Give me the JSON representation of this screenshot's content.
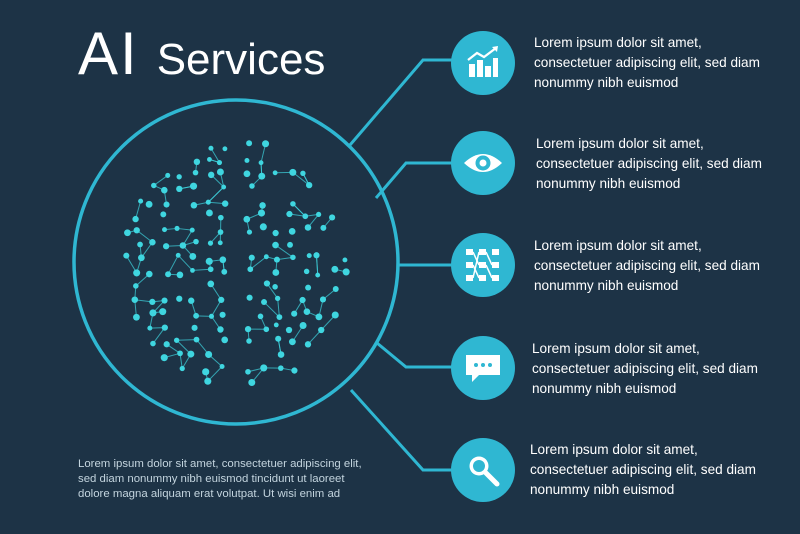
{
  "header": {
    "title_main": "AI",
    "title_sub": "Services"
  },
  "colors": {
    "background": "#1d3346",
    "accent": "#2fb7d2",
    "node": "#3fd6e0",
    "text": "#ffffff"
  },
  "services": [
    {
      "icon": "chart-growth-icon",
      "text": "Lorem ipsum dolor sit amet, consectetuer adipiscing elit, sed diam nonummy nibh euismod"
    },
    {
      "icon": "eye-icon",
      "text": "Lorem ipsum dolor sit amet, consectetuer adipiscing elit, sed diam nonummy nibh euismod"
    },
    {
      "icon": "network-grid-icon",
      "text": "Lorem ipsum dolor sit amet, consectetuer adipiscing elit, sed diam nonummy nibh euismod"
    },
    {
      "icon": "chat-bubble-icon",
      "text": "Lorem ipsum dolor sit amet, consectetuer adipiscing elit, sed diam nonummy nibh euismod"
    },
    {
      "icon": "magnifier-icon",
      "text": "Lorem ipsum dolor sit amet, consectetuer adipiscing elit, sed diam nonummy nibh euismod"
    }
  ],
  "footer": {
    "text": "Lorem ipsum dolor sit amet, consectetuer adipiscing elit, sed diam nonummy nibh euismod tincidunt ut laoreet dolore magna aliquam erat volutpat. Ut wisi enim ad"
  }
}
